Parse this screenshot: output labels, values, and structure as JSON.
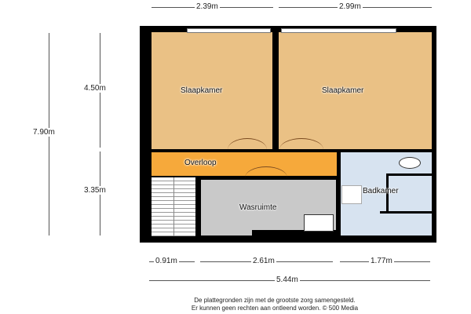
{
  "rooms": {
    "bedroom_left": "Slaapkamer",
    "bedroom_right": "Slaapkamer",
    "landing": "Overloop",
    "laundry": "Wasruimte",
    "bathroom": "Badkamer"
  },
  "dimensions": {
    "top_left": "2.39m",
    "top_right": "2.99m",
    "left_total": "7.90m",
    "left_upper": "4.50m",
    "left_lower": "3.35m",
    "bottom_1": "0.91m",
    "bottom_2": "2.61m",
    "bottom_3": "1.77m",
    "bottom_total": "5.44m"
  },
  "footer": {
    "line1": "De plattegronden zijn met de grootste zorg samengesteld.",
    "line2": "Er kunnen geen rechten aan ontleend worden. © 500 Media"
  },
  "colors": {
    "bedroom": "#eac185",
    "landing": "#f6a93b",
    "laundry": "#c9c9c9",
    "bathroom": "#d7e3f0",
    "wall": "#000000"
  }
}
